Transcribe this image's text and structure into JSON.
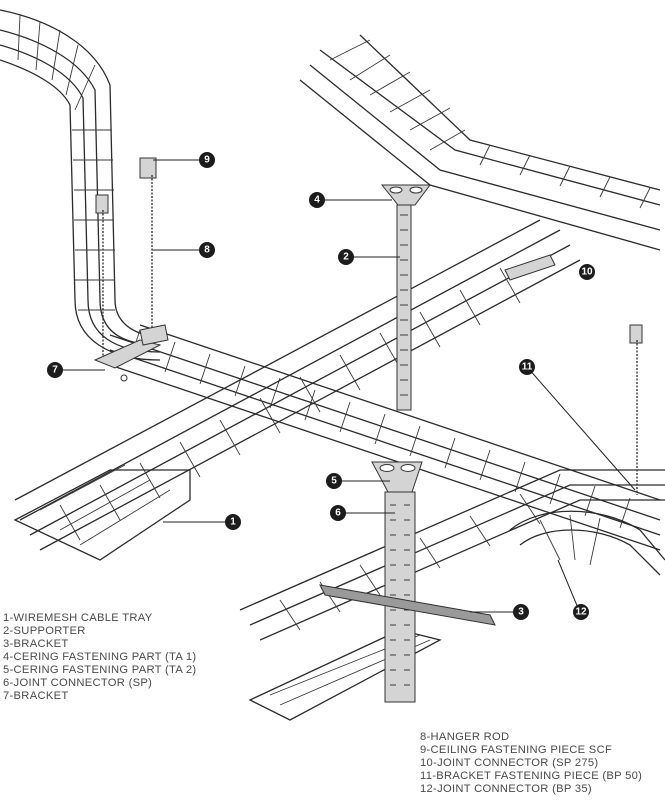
{
  "callouts": [
    "1",
    "2",
    "3",
    "4",
    "5",
    "6",
    "7",
    "8",
    "9",
    "10",
    "11",
    "12"
  ],
  "legend_left": [
    "1-WIREMESH CABLE TRAY",
    "2-SUPPORTER",
    "3-BRACKET",
    "4-CERING FASTENING PART (TA 1)",
    "5-CERING FASTENING PART (TA 2)",
    "6-JOINT CONNECTOR (SP)",
    "7-BRACKET"
  ],
  "legend_right": [
    "8-HANGER ROD",
    "9-CEILING FASTENING PIECE SCF",
    "10-JOINT CONNECTOR  (SP 275)",
    "11-BRACKET FASTENING PIECE (BP 50)",
    "12-JOINT CONNECTOR (BP 35)"
  ]
}
